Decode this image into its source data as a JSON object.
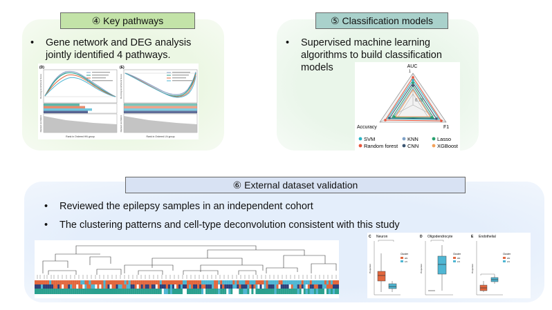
{
  "pathways": {
    "title": "④ Key pathways",
    "bullet_line1": "Gene network and DEG analysis",
    "bullet_line2": "jointly identified 4 pathways.",
    "panel_d": "(D)",
    "panel_e": "(E)",
    "x_label_d": "Rank in Ordered HN group",
    "x_label_e": "Rank in Ordered LN group",
    "y_label_top": "Running Enrichment Score",
    "y_label_bottom": "Ranked List Metric"
  },
  "classification": {
    "title": "⑤ Classification models",
    "bullet_line1": "Supervised machine learning",
    "bullet_line2": "algorithms to build classification",
    "bullet_line3": "models",
    "radar": {
      "axis_top": "AUC",
      "axis_left": "Accuracy",
      "axis_right": "F1",
      "tick_outer": "1",
      "tick_inner": "0.78"
    },
    "legend": [
      {
        "label": "SVM",
        "color": "#2ab3c4"
      },
      {
        "label": "KNN",
        "color": "#7fa1c7"
      },
      {
        "label": "Lasso",
        "color": "#27a06e"
      },
      {
        "label": "Random forest",
        "color": "#e8553b"
      },
      {
        "label": "CNN",
        "color": "#3b5571"
      },
      {
        "label": "XGBoost",
        "color": "#f3a25b"
      }
    ]
  },
  "validation": {
    "title": "⑥ External dataset validation",
    "bullet1": "Reviewed the epilepsy samples in an independent cohort",
    "bullet2": "The clustering patterns and cell-type deconvolution consistent with this study",
    "boxplots": [
      {
        "letter": "C",
        "title": "Neuron"
      },
      {
        "letter": "D",
        "title": "Oligodendrocyte"
      },
      {
        "letter": "E",
        "title": "Endothelial"
      }
    ],
    "legend_title": "Cluster",
    "legend_hn": "HN",
    "legend_ln": "LN",
    "y_label": "Proportion"
  },
  "bullet_glyph": "•",
  "colors": {
    "hn": "#e2673e",
    "ln": "#4fb6d3",
    "teal": "#2aa08e",
    "navy": "#2f3f78"
  }
}
